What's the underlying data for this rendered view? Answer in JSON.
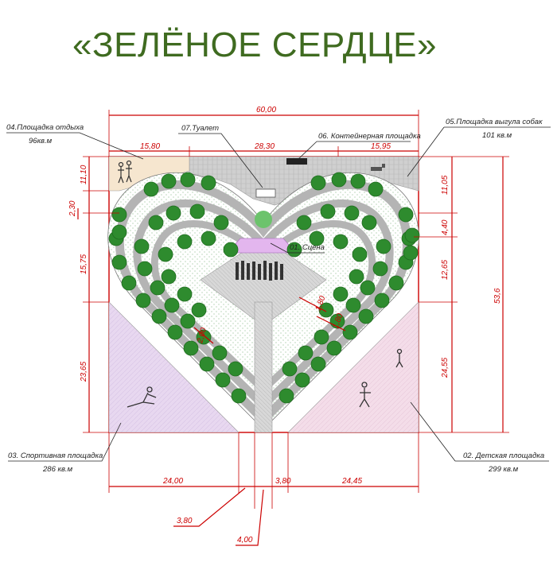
{
  "title": "«ЗЕЛЁНОЕ СЕРДЦЕ»",
  "zones": {
    "rest": {
      "name": "04.Площадка отдыха",
      "area": "96кв.м"
    },
    "toilet": {
      "name": "07.Туалет"
    },
    "container": {
      "name": "06. Контейнерная площадка"
    },
    "dog": {
      "name": "05.Площадка выгула собак",
      "area": "101 кв.м"
    },
    "stage": {
      "name": "01. Сцена"
    },
    "sport": {
      "name": "03. Спортивная площадка",
      "area": "286 кв.м"
    },
    "kids": {
      "name": "02. Детская площадка",
      "area": "299 кв.м"
    }
  },
  "dimensions": {
    "total_width": "60,00",
    "top_left": "15,80",
    "top_mid": "28,30",
    "top_right": "15,95",
    "total_height": "53,6",
    "left_a": "11,10",
    "left_b": "2,30",
    "left_c": "15,75",
    "left_d": "23,65",
    "right_a": "11,05",
    "right_b": "4,40",
    "right_c": "12,65",
    "right_d": "24,55",
    "bottom_left": "24,00",
    "bottom_gap_left": "3,80",
    "bottom_gap_right": "3,80",
    "bottom_right": "24,45",
    "bottom_center": "4,00",
    "path_a": "2,00",
    "path_b": "1,80",
    "path_c": "1,80"
  },
  "colors": {
    "title": "#3f6b20",
    "dimension": "#cc0000",
    "tree": "#2e8b2e",
    "paving": "#c8c8c8",
    "sport_zone": "#e6d6ef",
    "kids_zone": "#f3dbe8",
    "rest_zone": "#f6e6cf",
    "stage": "#e3b6ee"
  }
}
